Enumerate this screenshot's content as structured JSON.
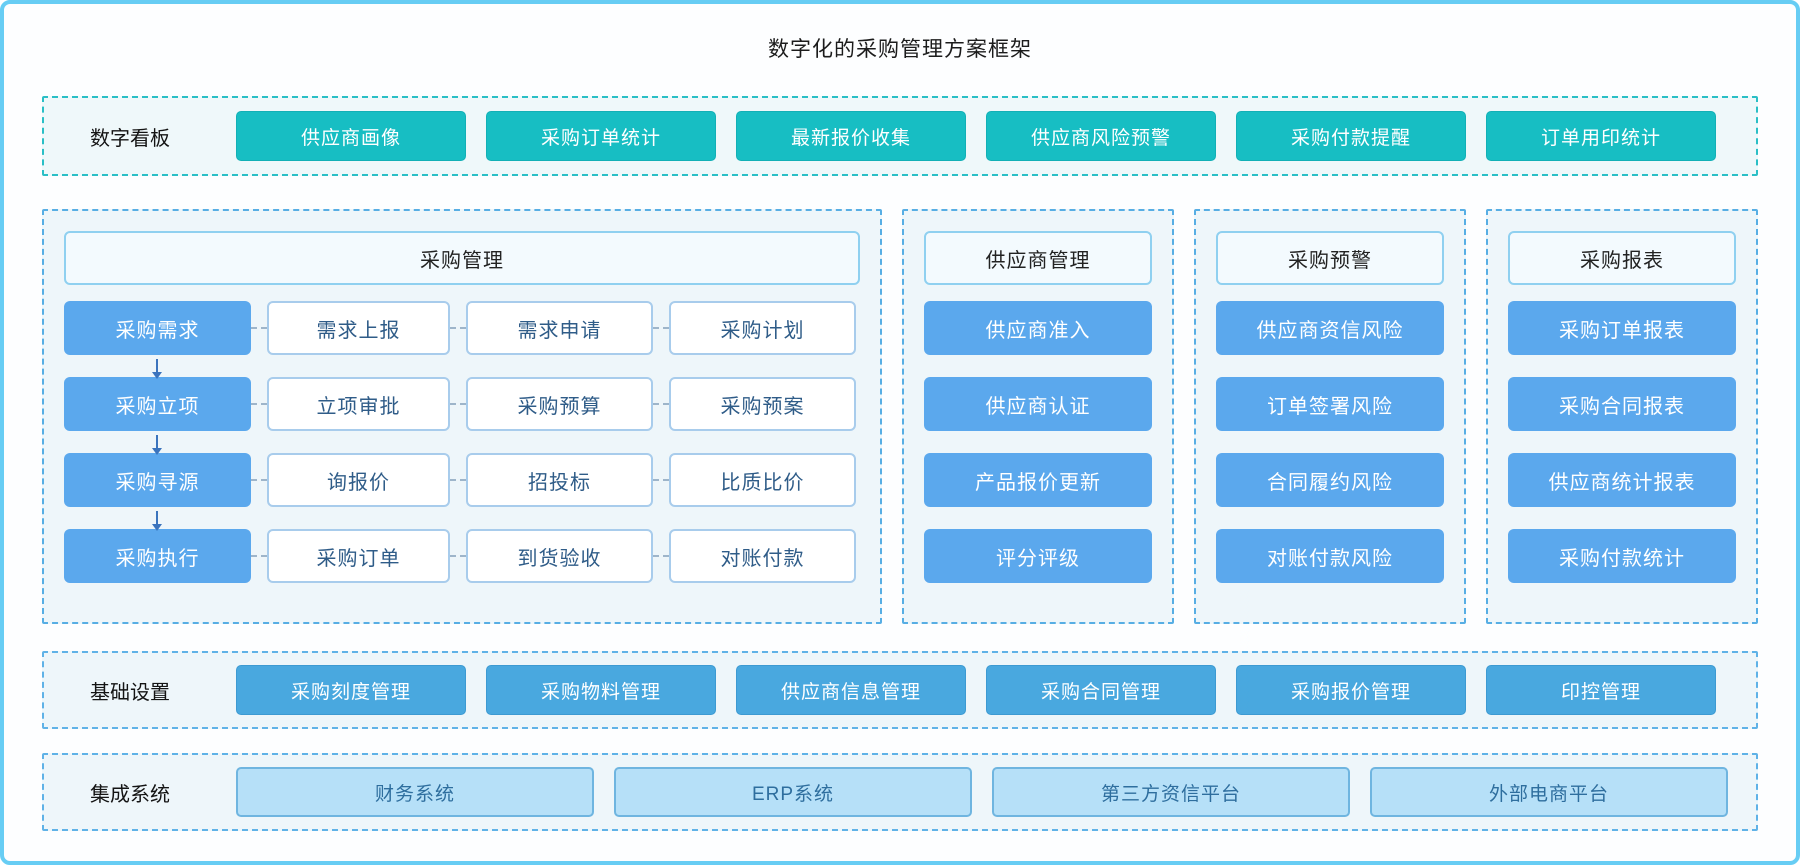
{
  "title": "数字化的采购管理方案框架",
  "colors": {
    "frame_border": "#67cdf4",
    "teal_accent": "#17bec3",
    "teal_dash": "#2abfc6",
    "blue_dash": "#5fb2e7",
    "stage_blue": "#5ba8ed",
    "basic_blue": "#49a8df",
    "integration_bg": "#b6e0f8",
    "white_box_text": "#2f5c88"
  },
  "dashboard": {
    "label": "数字看板",
    "items": [
      "供应商画像",
      "采购订单统计",
      "最新报价收集",
      "供应商风险预警",
      "采购付款提醒",
      "订单用印统计"
    ]
  },
  "procurement": {
    "header": "采购管理",
    "rows": [
      {
        "stage": "采购需求",
        "steps": [
          "需求上报",
          "需求申请",
          "采购计划"
        ]
      },
      {
        "stage": "采购立项",
        "steps": [
          "立项审批",
          "采购预算",
          "采购预案"
        ]
      },
      {
        "stage": "采购寻源",
        "steps": [
          "询报价",
          "招投标",
          "比质比价"
        ]
      },
      {
        "stage": "采购执行",
        "steps": [
          "采购订单",
          "到货验收",
          "对账付款"
        ]
      }
    ]
  },
  "panels": [
    {
      "header": "供应商管理",
      "items": [
        "供应商准入",
        "供应商认证",
        "产品报价更新",
        "评分评级"
      ]
    },
    {
      "header": "采购预警",
      "items": [
        "供应商资信风险",
        "订单签署风险",
        "合同履约风险",
        "对账付款风险"
      ]
    },
    {
      "header": "采购报表",
      "items": [
        "采购订单报表",
        "采购合同报表",
        "供应商统计报表",
        "采购付款统计"
      ]
    }
  ],
  "basic": {
    "label": "基础设置",
    "items": [
      "采购刻度管理",
      "采购物料管理",
      "供应商信息管理",
      "采购合同管理",
      "采购报价管理",
      "印控管理"
    ]
  },
  "integration": {
    "label": "集成系统",
    "items": [
      "财务系统",
      "ERP系统",
      "第三方资信平台",
      "外部电商平台"
    ]
  }
}
